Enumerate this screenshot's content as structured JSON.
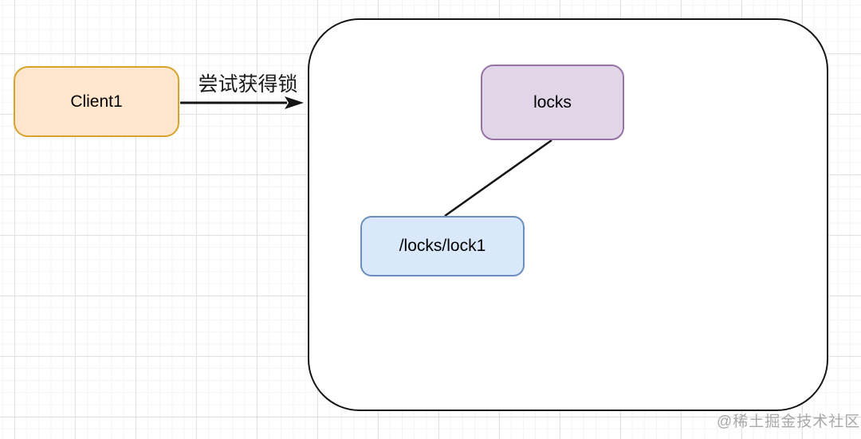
{
  "diagram": {
    "nodes": {
      "client1": {
        "label": "Client1",
        "fill": "#FFE6CC",
        "stroke": "#D6A32B"
      },
      "locks": {
        "label": "locks",
        "fill": "#E1D5E7",
        "stroke": "#9673A6"
      },
      "lock1": {
        "label": "/locks/lock1",
        "fill": "#DAE8FC",
        "stroke": "#6C8EBF"
      }
    },
    "edges": {
      "acquire": {
        "label": "尝试获得锁"
      }
    },
    "container": {
      "fill": "#FFFFFF",
      "stroke": "#141414"
    },
    "grid": {
      "major_color": "#E2E2E2",
      "minor_color": "#F4F4F4"
    }
  },
  "watermark": {
    "text": "@稀土掘金技术社区",
    "color": "#A8A8A8"
  }
}
